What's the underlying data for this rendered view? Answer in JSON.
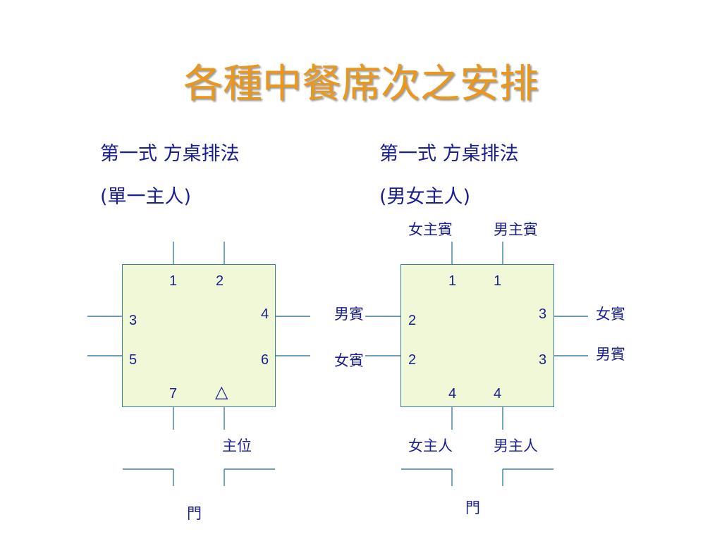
{
  "title": "各種中餐席次之安排",
  "left": {
    "heading_line1": "第一式  方桌排法",
    "heading_line2": "(單一主人)",
    "seats": {
      "s1": "1",
      "s2": "2",
      "s3": "3",
      "s4": "4",
      "s5": "5",
      "s6": "6",
      "s7": "7",
      "host_mark": "△"
    },
    "host_label": "主位",
    "door_label": "門"
  },
  "right": {
    "heading_line1": "第一式  方桌排法",
    "heading_line2": "(男女主人)",
    "top_labels": [
      "女主賓",
      "男主賓"
    ],
    "left_labels": [
      "男賓",
      "女賓"
    ],
    "right_labels": [
      "女賓",
      "男賓"
    ],
    "bottom_labels": [
      "女主人",
      "男主人"
    ],
    "seats": {
      "top_left": "1",
      "top_right": "1",
      "left_upper": "2",
      "left_lower": "2",
      "right_upper": "3",
      "right_lower": "3",
      "bottom_left": "4",
      "bottom_right": "4"
    },
    "door_label": "門"
  }
}
